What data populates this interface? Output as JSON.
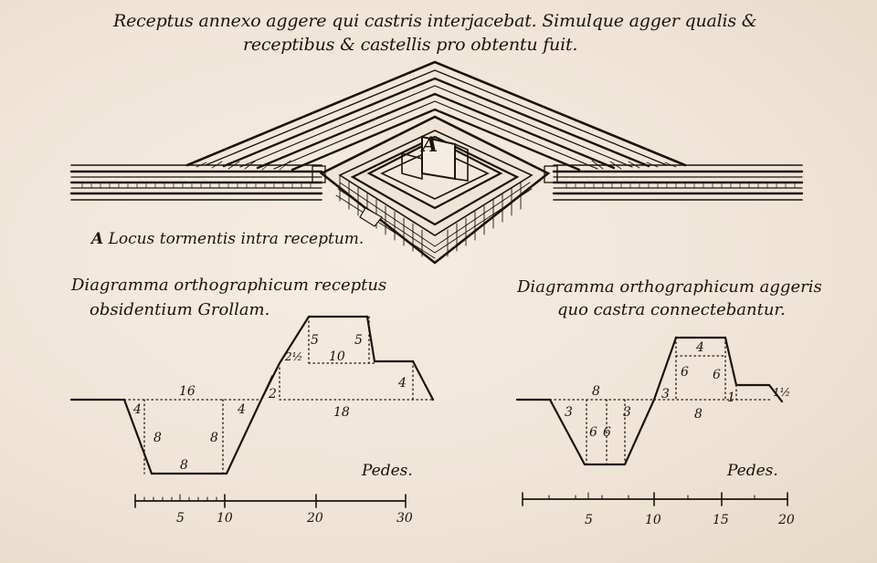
{
  "title": {
    "line1": "Receptus annexo aggere qui castris interjacebat. Simulque agger qualis &",
    "line2": "receptibus & castellis pro obtentu fuit."
  },
  "top_figure": {
    "marker": "A",
    "legend_letter": "A",
    "legend_text": "Locus tormentis intra receptum."
  },
  "left_diagram": {
    "title_line1": "Diagramma orthographicum receptus",
    "title_line2": "obsidentium Grollam.",
    "labels": [
      "16",
      "4",
      "8",
      "8",
      "8",
      "4",
      "2",
      "18",
      "2½",
      "10",
      "5",
      "5",
      "4"
    ],
    "scale_label": "Pedes.",
    "scale_ticks": [
      "5",
      "10",
      "20",
      "30"
    ]
  },
  "right_diagram": {
    "title_line1": "Diagramma orthographicum aggeris",
    "title_line2": "quo castra connectebantur.",
    "labels": [
      "8",
      "3",
      "3",
      "6",
      "6",
      "3",
      "4",
      "6",
      "6",
      "1",
      "8",
      "1½"
    ],
    "scale_label": "Pedes.",
    "scale_ticks": [
      "5",
      "10",
      "15",
      "20"
    ]
  }
}
